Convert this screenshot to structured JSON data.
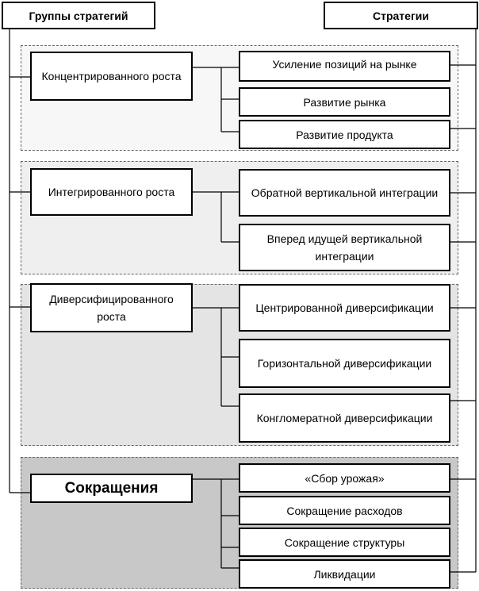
{
  "headers": {
    "groups": "Группы стратегий",
    "strategies": "Стратегии"
  },
  "groups": [
    {
      "label": "Концентрированного роста",
      "strategies": [
        "Усиление позиций на рынке",
        "Развитие рынка",
        "Развитие продукта"
      ]
    },
    {
      "label": "Интегрированного роста",
      "strategies": [
        "Обратной вертикальной интеграции",
        "Вперед идущей вертикальной интеграции"
      ]
    },
    {
      "label": "Диверсифицированного роста",
      "strategies": [
        "Центрированной диверсификации",
        "Горизонтальной диверсификации",
        "Конгломератной диверсификации"
      ]
    },
    {
      "label": "Сокращения",
      "strategies": [
        "«Сбор урожая»",
        "Сокращение расходов",
        "Сокращение структуры",
        "Ликвидации"
      ]
    }
  ],
  "colors": {
    "panel_1": "#f7f7f7",
    "panel_2": "#efefef",
    "panel_3": "#e4e4e4",
    "panel_4": "#c8c8c8"
  }
}
